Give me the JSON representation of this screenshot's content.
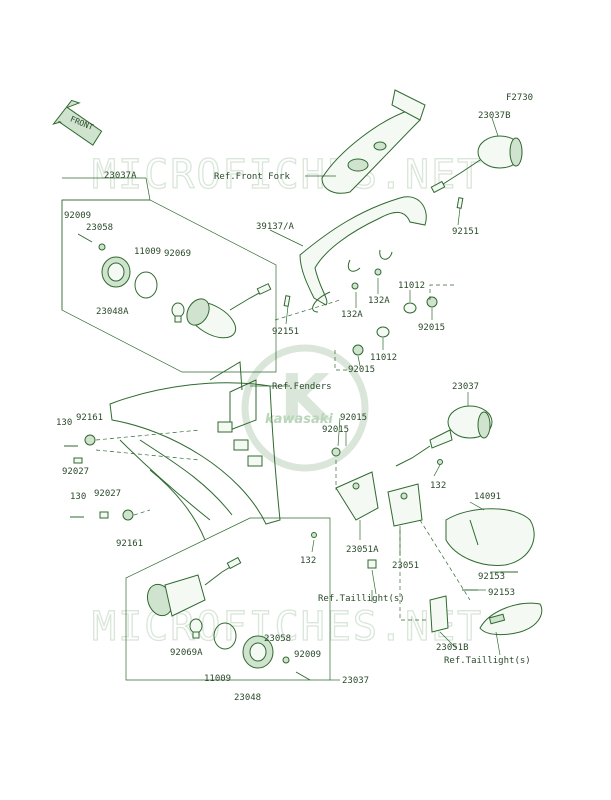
{
  "figure_code": "F2730",
  "front_arrow": "FRONT",
  "watermark": {
    "text": "MICROFICHES.NET",
    "logo_letter": "K",
    "logo_text": "kawasaki"
  },
  "references": {
    "front_fork": "Ref.Front Fork",
    "fenders": "Ref.Fenders",
    "taillight_1": "Ref.Taillight(s)",
    "taillight_2": "Ref.Taillight(s)"
  },
  "parts": {
    "p23037B": "23037B",
    "p23037A": "23037A",
    "p92009_top": "92009",
    "p23058_top": "23058",
    "p11009_top": "11009",
    "p92069_top": "92069",
    "p23048A": "23048A",
    "p39137A": "39137/A",
    "p92151_right": "92151",
    "p92151_left": "92151",
    "p132A_1": "132A",
    "p132A_2": "132A",
    "p11012_1": "11012",
    "p11012_2": "11012",
    "p92015_1": "92015",
    "p92015_2": "92015",
    "p92015_3": "92015",
    "p92015_4": "92015",
    "p23037_right": "23037",
    "p130_1": "130",
    "p92161_1": "92161",
    "p92027_1": "92027",
    "p130_2": "130",
    "p92027_2": "92027",
    "p92161_2": "92161",
    "p132_1": "132",
    "p132_2": "132",
    "p14091": "14091",
    "p23051A": "23051A",
    "p23051": "23051",
    "p92153_1": "92153",
    "p92153_2": "92153",
    "p23051B": "23051B",
    "p92069A": "92069A",
    "p23058_bot": "23058",
    "p92009_bot": "92009",
    "p11009_bot": "11009",
    "p23048": "23048",
    "p23037_bot": "23037"
  }
}
